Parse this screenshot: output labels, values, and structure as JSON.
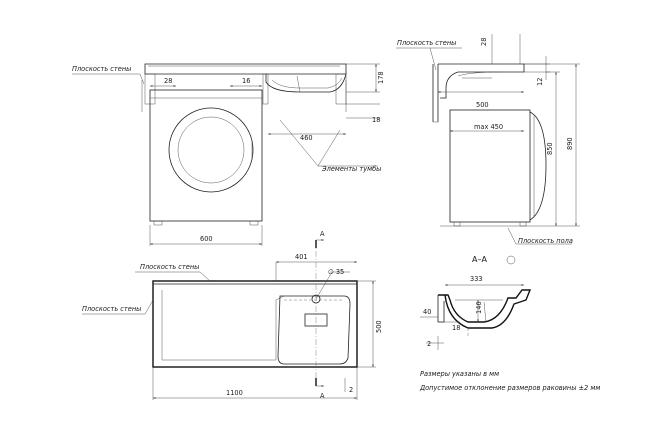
{
  "labels": {
    "wall_plane_front": "Плоскость стены",
    "wall_plane_side": "Плоскость стены",
    "wall_plane_top_1": "Плоскость стены",
    "wall_plane_top_2": "Плоскость стены",
    "cabinet_elements": "Элементы тумбы",
    "floor_plane": "Плоскость пола"
  },
  "front_view": {
    "dim_28": "28",
    "dim_16": "16",
    "dim_178": "178",
    "dim_460": "460",
    "dim_18": "18",
    "dim_600": "600"
  },
  "side_view": {
    "dim_28": "28",
    "dim_12": "12",
    "dim_500": "500",
    "dim_max450": "max 450",
    "dim_850": "850",
    "dim_890": "890"
  },
  "plan_view": {
    "section_mark_top": "A",
    "section_mark_bottom": "A",
    "dim_401": "401",
    "dim_dia35": "∅ 35",
    "dim_500": "500",
    "dim_1100": "1100",
    "dim_2": "2"
  },
  "section_view": {
    "title": "A–A",
    "dim_333": "333",
    "dim_146": "146",
    "dim_40": "40",
    "dim_18": "18",
    "dim_2": "2"
  },
  "notes": {
    "line1": "Размеры указаны в мм",
    "line2": "Допустимое отклонение размеров раковины ±2 мм"
  }
}
